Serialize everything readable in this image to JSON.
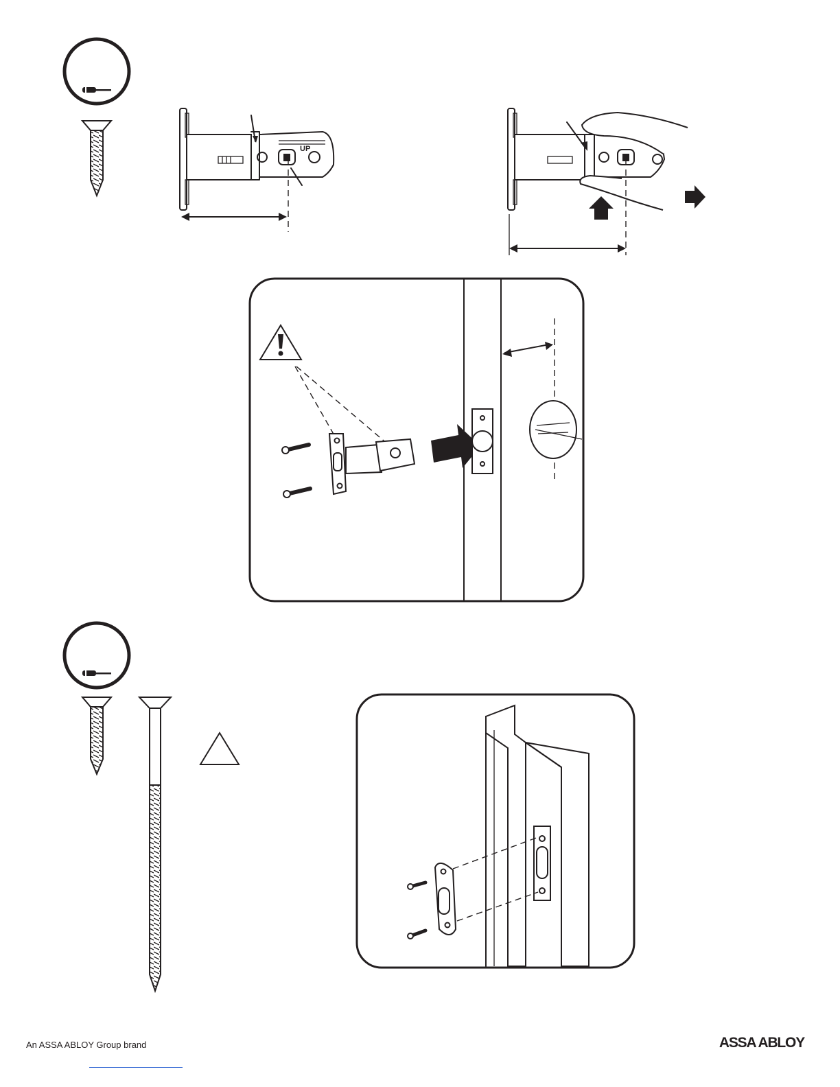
{
  "figure1": {
    "latch_label": "UP"
  },
  "footer": {
    "brand_text": "An ASSA ABLOY Group brand",
    "logo_text": "ASSA ABLOY"
  },
  "icons": [
    "screwdriver-icon",
    "screw-icon",
    "long-screw-icon",
    "warning-icon",
    "arrow-icon",
    "hand-icon",
    "door-frame-icon",
    "strike-plate-icon",
    "latch-icon"
  ]
}
